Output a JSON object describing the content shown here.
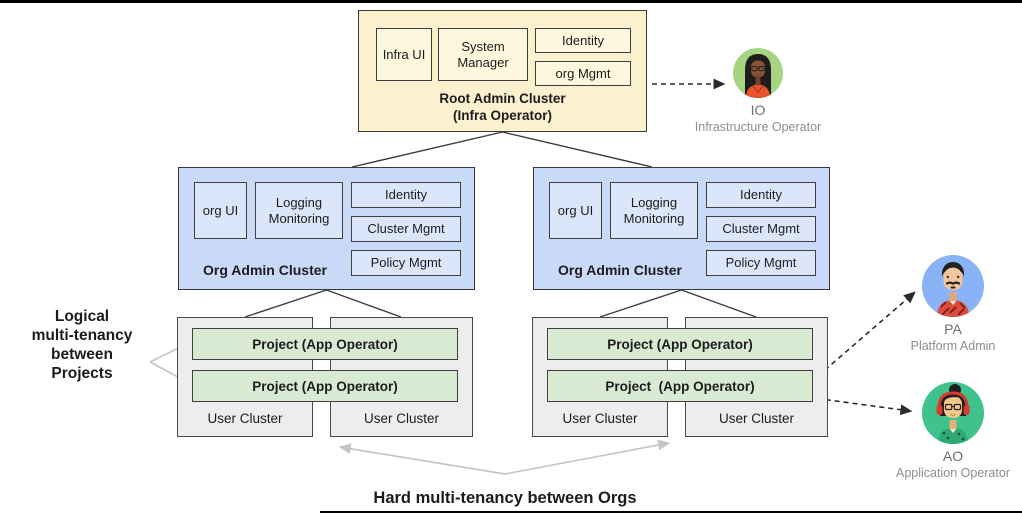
{
  "colors": {
    "root_fill": "#fcf1ce",
    "root_module_fill": "#fdf7de",
    "org_fill": "#c9daf8",
    "org_module_fill": "#dce6fb",
    "user_fill": "#ededed",
    "project_fill": "#d9ead3",
    "line": "#3d3d3d",
    "dash_line": "#2b2b2b",
    "annotation_arrow": "#c6c6c6",
    "label_gray": "#8e8e8e",
    "io_avatar_bg": "#a7d480",
    "pa_avatar_bg": "#8ab3f7",
    "ao_avatar_bg": "#3fc28c"
  },
  "root_cluster": {
    "title": "Root Admin Cluster\n(Infra Operator)",
    "modules": {
      "infra_ui": "Infra UI",
      "system_manager": "System Manager",
      "identity": "Identity",
      "org_mgmt": "org Mgmt"
    }
  },
  "org_cluster_left": {
    "title": "Org Admin Cluster",
    "modules": {
      "org_ui": "org UI",
      "logging_monitoring": "Logging Monitoring",
      "identity": "Identity",
      "cluster_mgmt": "Cluster Mgmt",
      "policy_mgmt": "Policy Mgmt"
    }
  },
  "org_cluster_right": {
    "title": "Org Admin Cluster",
    "modules": {
      "org_ui": "org UI",
      "logging_monitoring": "Logging Monitoring",
      "identity": "Identity",
      "cluster_mgmt": "Cluster Mgmt",
      "policy_mgmt": "Policy Mgmt"
    }
  },
  "user_group_left": {
    "project_1": "Project (App Operator)",
    "project_2": "Project (App Operator)",
    "cluster_1": "User Cluster",
    "cluster_2": "User Cluster"
  },
  "user_group_right": {
    "project_1": "Project (App Operator)",
    "project_2": "Project  (App Operator)",
    "cluster_1": "User Cluster",
    "cluster_2": "User Cluster"
  },
  "personas": {
    "io": {
      "code": "IO",
      "role": "Infrastructure Operator"
    },
    "pa": {
      "code": "PA",
      "role": "Platform Admin"
    },
    "ao": {
      "code": "AO",
      "role": "Application Operator"
    }
  },
  "annotations": {
    "left": "Logical\nmulti-tenancy\nbetween\nProjects",
    "bottom": "Hard multi-tenancy between Orgs"
  }
}
